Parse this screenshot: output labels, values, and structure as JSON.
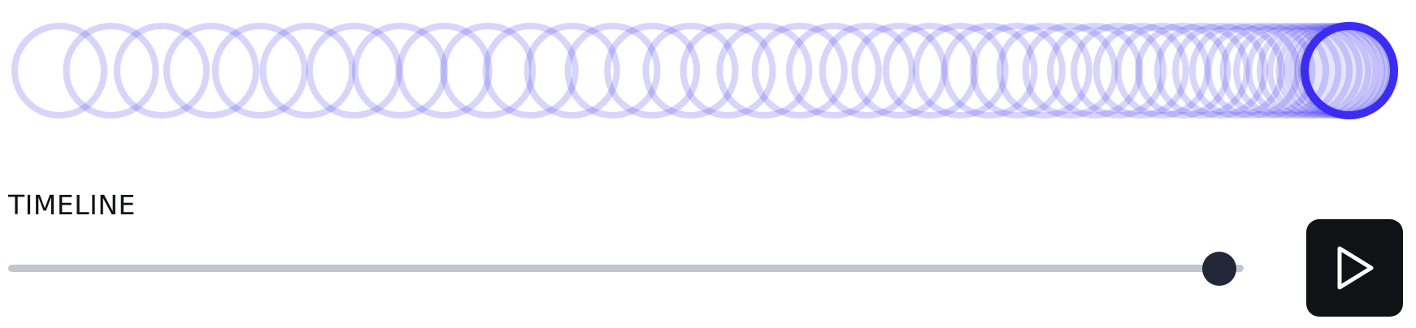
{
  "animation": {
    "ring_color": "#3b2cf5",
    "ring_ghost_opacity": 0.2,
    "frames": 48
  },
  "timeline": {
    "label": "TIMELINE",
    "progress": 0.98,
    "track_color": "#c3c6cc",
    "thumb_color": "#222838"
  },
  "controls": {
    "play_icon": "play-icon",
    "button_color": "#111216",
    "icon_color": "#ffffff"
  }
}
